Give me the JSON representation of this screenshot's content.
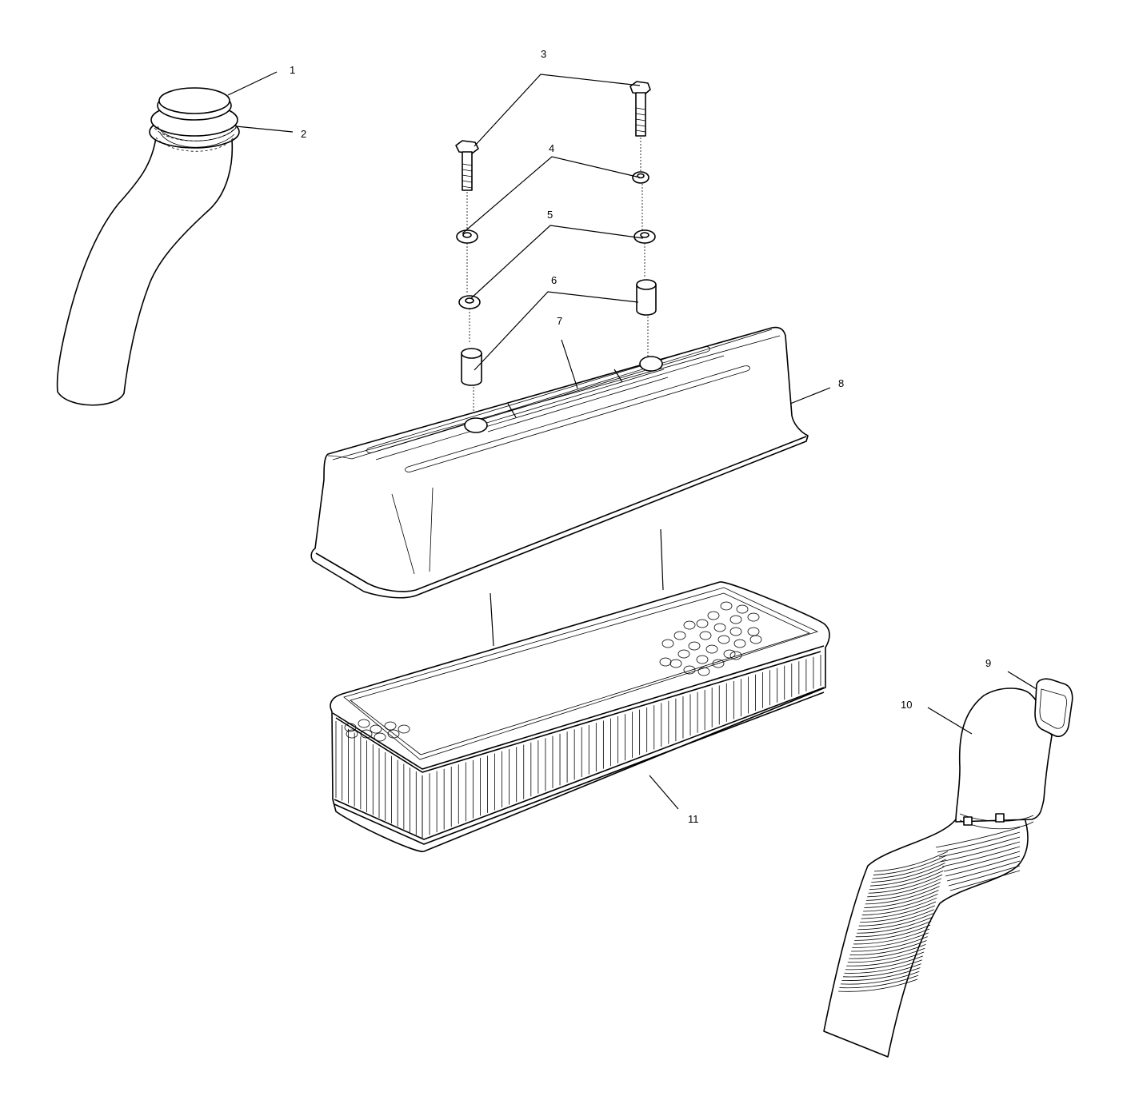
{
  "diagram": {
    "callouts": [
      {
        "id": "1",
        "label": "1"
      },
      {
        "id": "2",
        "label": "2"
      },
      {
        "id": "3",
        "label": "3"
      },
      {
        "id": "4",
        "label": "4"
      },
      {
        "id": "5",
        "label": "5"
      },
      {
        "id": "6",
        "label": "6"
      },
      {
        "id": "7",
        "label": "7"
      },
      {
        "id": "8",
        "label": "8"
      },
      {
        "id": "9",
        "label": "9"
      },
      {
        "id": "10",
        "label": "10"
      },
      {
        "id": "11",
        "label": "11"
      }
    ],
    "colors": {
      "ink": "#000000",
      "paper": "#ffffff"
    }
  }
}
